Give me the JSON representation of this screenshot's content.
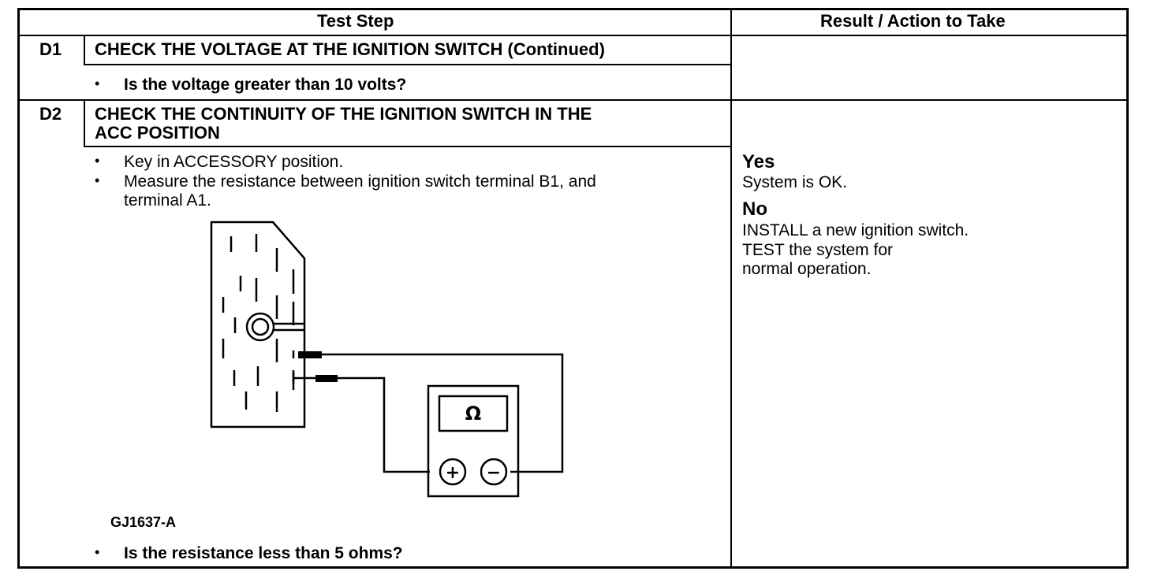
{
  "header": {
    "test_step": "Test Step",
    "result_action": "Result / Action to Take"
  },
  "steps": [
    {
      "id": "D1",
      "title": "CHECK THE VOLTAGE AT THE IGNITION SWITCH (Continued)",
      "question": "Is the voltage greater than 10 volts?"
    },
    {
      "id": "D2",
      "title_line1": "CHECK THE CONTINUITY OF THE IGNITION SWITCH IN THE",
      "title_line2": "ACC POSITION",
      "instructions": [
        "Key in ACCESSORY position.",
        "Measure the resistance between ignition switch terminal B1, and",
        "terminal A1."
      ],
      "figure_id": "GJ1637-A",
      "question": "Is the resistance less than 5 ohms?",
      "results": {
        "yes_label": "Yes",
        "yes_action": "System is OK.",
        "no_label": "No",
        "no_action_lines": [
          "INSTALL a new ignition switch.",
          "TEST the system for",
          "normal operation."
        ]
      }
    }
  ],
  "diagram": {
    "meter_symbol": "Ω",
    "plus_symbol": "+",
    "minus_symbol": "−"
  }
}
